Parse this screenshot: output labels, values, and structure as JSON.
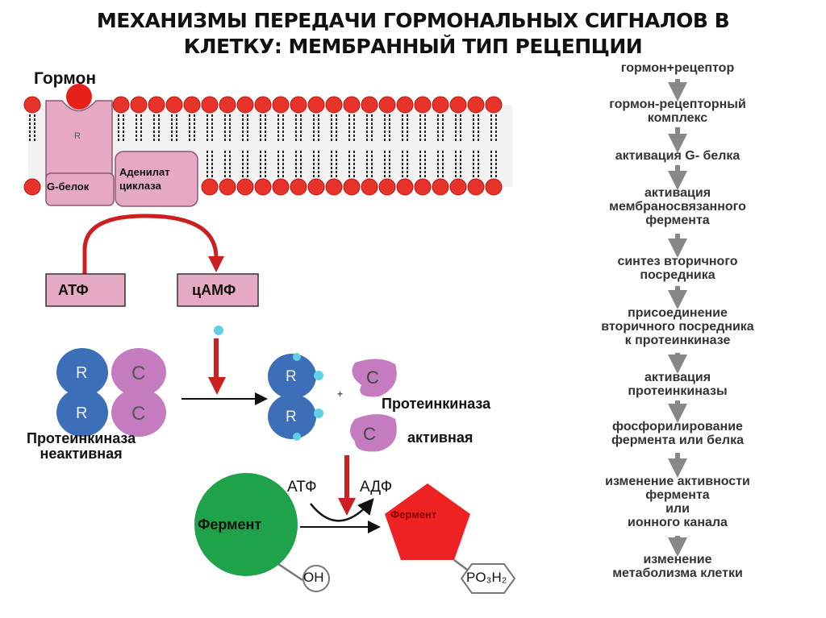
{
  "title": [
    "МЕХАНИЗМЫ ПЕРЕДАЧИ ГОРМОНАЛЬНЫХ СИГНАЛОВ В",
    "КЛЕТКУ: МЕМБРАННЫЙ ТИП РЕЦЕПЦИИ"
  ],
  "membrane": {
    "hormone": "Гормон",
    "receptor": "R",
    "g_protein": "G-белок",
    "adenylate_cyclase": [
      "Аденилат",
      "циклаза"
    ]
  },
  "messengers": {
    "atp": "АТФ",
    "camp": "цАМФ"
  },
  "kinase": {
    "r": "R",
    "c": "C",
    "plus": "+",
    "inactive": [
      "Протеинкиназа",
      "неактивная"
    ],
    "active": [
      "Протеинкиназа",
      "активная"
    ]
  },
  "enzyme": {
    "atp": "АТФ",
    "adp": "АДФ",
    "enzyme": "Фермент",
    "oh": "OH",
    "po3h2": "PO₃H₂"
  },
  "colors": {
    "membrane_head": "#e8332b",
    "protein": "#e6a9c4",
    "arrow_red": "#cc1f1f",
    "enzyme_green": "#1fa34a",
    "enzyme_red": "#ee2222",
    "kinase_blue": "#3d6fb8",
    "kinase_pink": "#c47bc0"
  },
  "steps": [
    [
      "гормон+рецептор"
    ],
    [
      "гормон-рецепторный",
      "комплекс"
    ],
    [
      "активация G- белка"
    ],
    [
      "активация",
      "мембраносвязанного",
      "фермента"
    ],
    [
      "синтез вторичного",
      "посредника"
    ],
    [
      "присоединение",
      "вторичного посредника",
      "к протеинкиназе"
    ],
    [
      "активация",
      "протеинкиназы"
    ],
    [
      "фосфорилирование",
      "фермента или белка"
    ],
    [
      "изменение активности",
      "фермента",
      "или",
      "ионного канала"
    ],
    [
      "изменение",
      "метаболизма клетки"
    ]
  ]
}
